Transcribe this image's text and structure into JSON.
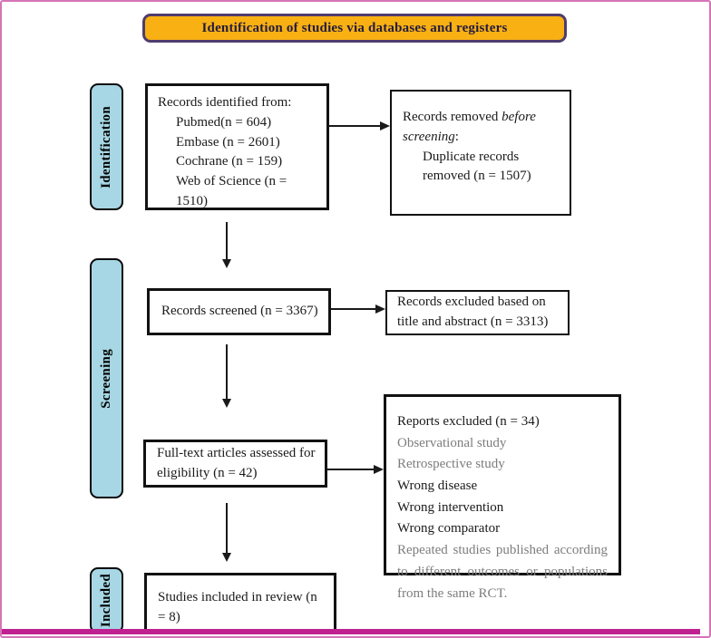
{
  "banner": {
    "label": "Identification of studies via databases and registers"
  },
  "stages": [
    {
      "label": "Identification"
    },
    {
      "label": "Screening"
    },
    {
      "label": "Included"
    }
  ],
  "boxes": {
    "identified": {
      "title": "Records identified from:",
      "items": [
        "Pubmed(n = 604)",
        "Embase (n = 2601)",
        "Cochrane (n = 159)",
        "Web of Science (n = 1510)"
      ]
    },
    "removed": {
      "prefix": "Records removed ",
      "italic": "before screening",
      "suffix": ":",
      "item": "Duplicate records removed (n = 1507)"
    },
    "screened": {
      "text": "Records screened (n = 3367)"
    },
    "excluded_title_abstract": {
      "text": "Records excluded based on title and abstract (n = 3313)"
    },
    "fulltext": {
      "text": "Full-text articles assessed for eligibility (n = 42)"
    },
    "reports_excluded": {
      "title": "Reports excluded (n = 34)",
      "reasons": [
        {
          "text": "Observational study"
        },
        {
          "text": "Retrospective study"
        },
        {
          "text": "Wrong disease"
        },
        {
          "text": "Wrong intervention"
        },
        {
          "text": "Wrong comparator"
        }
      ],
      "note": "Repeated studies published according to different outcomes or populations from the same RCT."
    },
    "included": {
      "text": "Studies included in review (n = 8)"
    }
  },
  "colors": {
    "banner_fill": "#f9b013",
    "banner_border": "#4e3d6d",
    "stage_fill": "#a7d6e4",
    "frame_border": "#d674b6",
    "bottom_bar": "#bf2191",
    "muted_text": "#7d7d7d"
  }
}
